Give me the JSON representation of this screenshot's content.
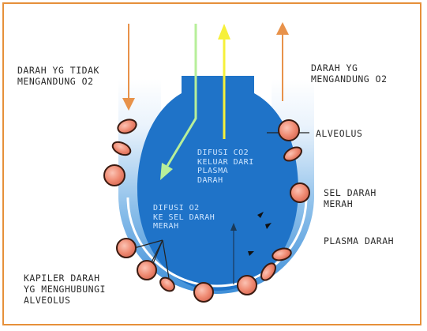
{
  "labels": {
    "deoxygenated_blood": "DARAH YG TIDAK\nMENGANDUNG O2",
    "oxygenated_blood": "DARAH YG\nMENGANDUNG O2",
    "alveolus": "ALVEOLUS",
    "red_blood_cell": "SEL DARAH\nMERAH",
    "blood_plasma": "PLASMA DARAH",
    "capillary": "KAPILER DARAH\nYG MENGHUBUNGI\nALVEOLUS",
    "co2_diffusion": "DIFUSI CO2\nKELUAR DARI\nPLASMA\nDARAH",
    "o2_diffusion": "DIFUSI O2\nKE SEL DARAH\nMERAH"
  },
  "colors": {
    "border": "#e6903a",
    "alveolus_blue": "#1f73c8",
    "capillary_blue_dark": "#3f8fd8",
    "capillary_blue_light": "#e8f2fb",
    "red_cell": "#f08070",
    "red_cell_outline": "#3a1a10",
    "arrow_orange": "#e8924a",
    "arrow_green": "#b7ef9a",
    "arrow_yellow": "#f6f03a"
  }
}
